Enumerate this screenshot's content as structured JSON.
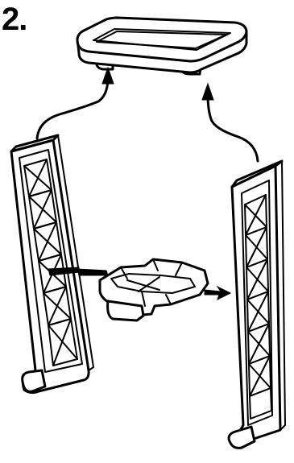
{
  "step": {
    "label": "2."
  },
  "parts": {
    "top_tray": "tray-part",
    "left_tower": "lattice-tower",
    "right_tower": "lattice-tower",
    "center_connector": "cross-connector"
  },
  "colors": {
    "ink": "#000000",
    "paper": "#ffffff"
  }
}
